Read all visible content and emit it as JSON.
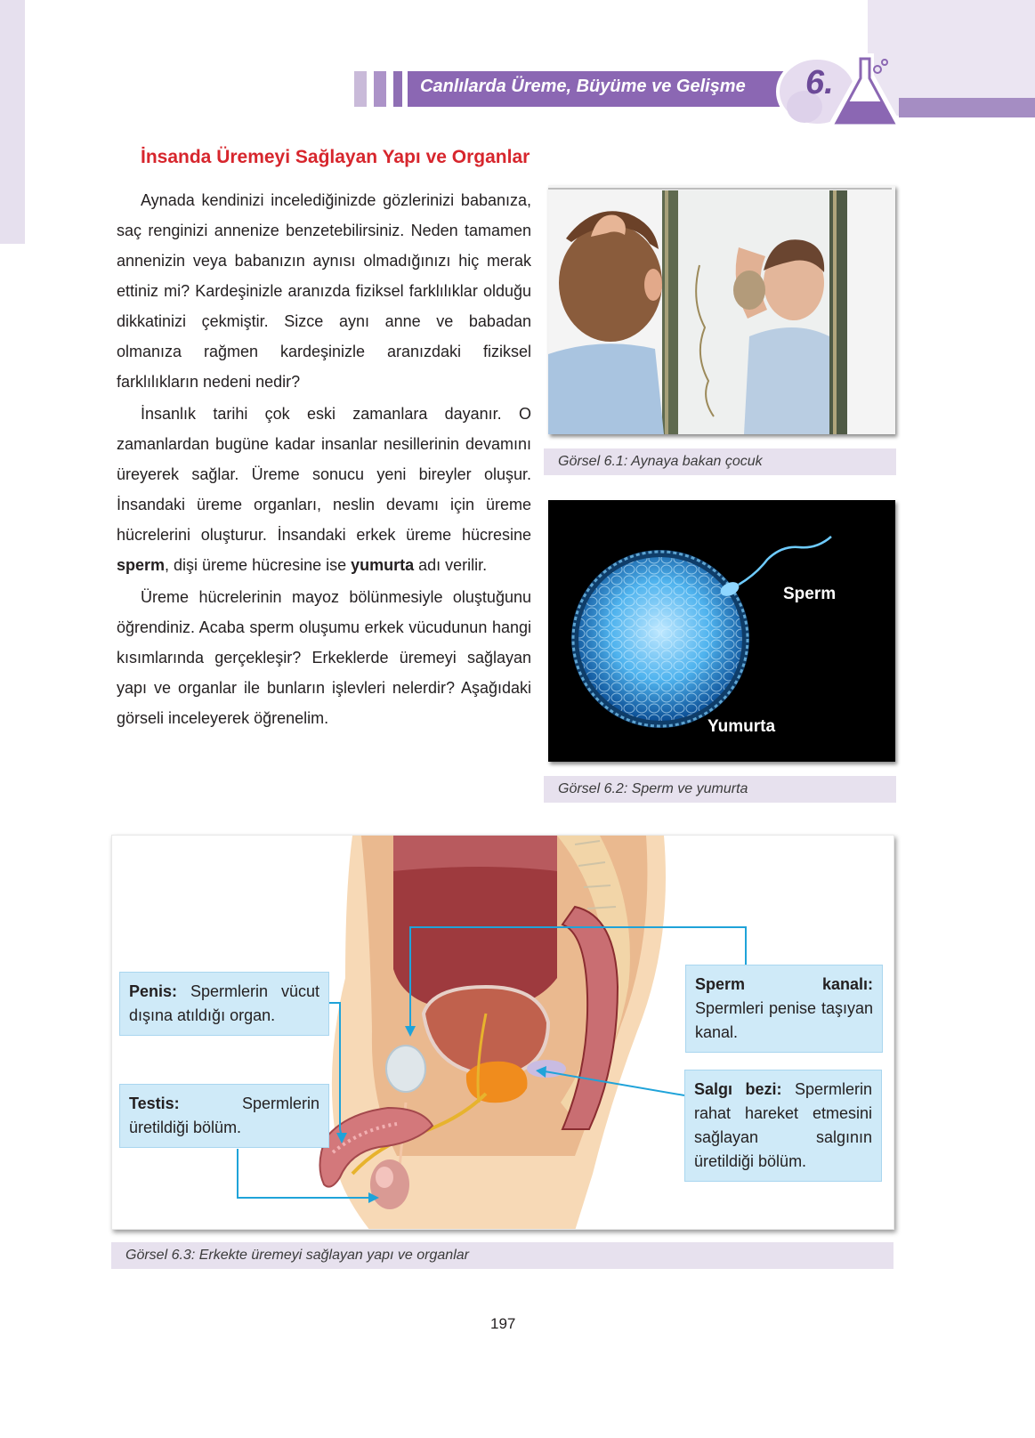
{
  "header": {
    "chapter_title": "Canlılarda Üreme, Büyüme ve Gelişme",
    "unit_number": "6."
  },
  "section": {
    "heading": "İnsanda Üremeyi Sağlayan Yapı ve Organlar"
  },
  "body": {
    "p1": "Aynada kendinizi incelediğinizde gözlerinizi babanıza, saç renginizi annenize benzetebilirsiniz. Neden tamamen annenizin veya babanızın aynısı olmadığınızı hiç merak ettiniz mi? Kardeşinizle aranızda fiziksel farklılıklar olduğu dikkatinizi çekmiştir. Sizce aynı anne ve babadan olmanıza rağmen kardeşinizle aranızdaki fiziksel farklılıkların nedeni nedir?",
    "p2_a": "İnsanlık tarihi çok eski zamanlara dayanır. O zamanlardan bugüne kadar insanlar nesillerinin devamını üreyerek sağlar. Üreme sonucu yeni bireyler oluşur. İnsandaki üreme organları, neslin devamı için üreme hücrelerini oluşturur. İnsandaki erkek üreme hücresine ",
    "p2_bold1": "sperm",
    "p2_b": ", dişi üreme hücresine ise ",
    "p2_bold2": "yumurta",
    "p2_c": " adı verilir.",
    "p3": "Üreme hücrelerinin mayoz bölünmesiyle oluştuğunu öğrendiniz. Acaba sperm oluşumu erkek vücudunun hangi kısımlarında gerçekleşir? Erkeklerde üremeyi sağlayan yapı ve organlar ile bunların işlevleri nelerdir? Aşağıdaki görseli inceleyerek öğrenelim."
  },
  "figures": {
    "fig1_caption": "Görsel 6.1: Aynaya bakan çocuk",
    "fig2_caption": "Görsel 6.2: Sperm ve yumurta",
    "fig2_label_sperm": "Sperm",
    "fig2_label_egg": "Yumurta",
    "fig3_caption": "Görsel 6.3: Erkekte üremeyi sağlayan yapı ve organlar"
  },
  "callouts": {
    "penis_term": "Penis:",
    "penis_desc": " Spermlerin vücut dışına atıldığı organ.",
    "testis_term": "Testis:",
    "testis_desc": " Spermlerin üretildiği bölüm.",
    "duct_term": "Sperm kanalı:",
    "duct_desc": " Spermleri penise taşıyan kanal.",
    "gland_term": "Salgı bezi:",
    "gland_desc": " Spermlerin rahat hareket etmesini sağlayan salgının üretildiği bölüm."
  },
  "page_number": "197",
  "colors": {
    "heading_red": "#d7262d",
    "header_purple": "#8b67b3",
    "callout_blue": "#cfeaf8",
    "leader_line": "#1fa3d9"
  }
}
